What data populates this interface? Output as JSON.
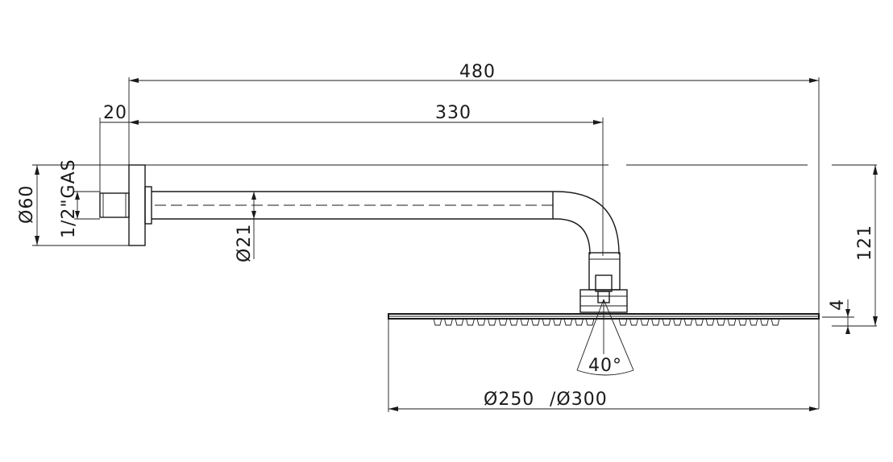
{
  "dimensions": {
    "total_length": "480",
    "arm_length": "330",
    "wall_offset": "20",
    "flange_diameter": "Ø60",
    "thread": "1/2\"GAS",
    "pipe_diameter": "Ø21",
    "height": "121",
    "head_thickness": "4",
    "spray_angle": "40°",
    "head_diameter_a": "Ø250",
    "head_diameter_b": "/Ø300"
  }
}
